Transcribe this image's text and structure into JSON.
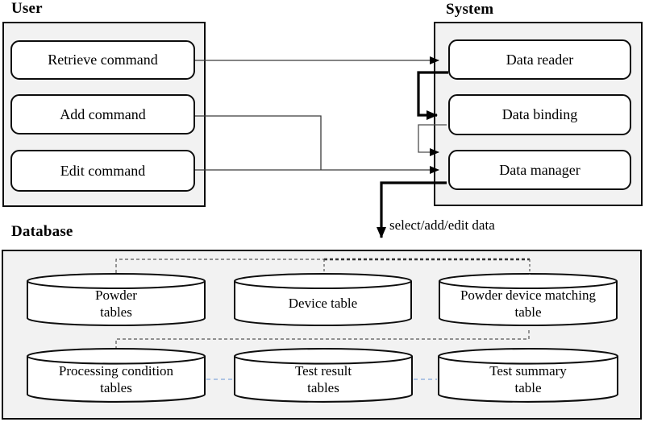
{
  "diagram": {
    "user": {
      "title": "User",
      "items": [
        "Retrieve command",
        "Add command",
        "Edit command"
      ]
    },
    "system": {
      "title": "System",
      "items": [
        "Data reader",
        "Data binding",
        "Data manager"
      ]
    },
    "database": {
      "title": "Database",
      "row1": [
        {
          "line1": "Powder",
          "line2": "tables"
        },
        {
          "line1": "Device table",
          "line2": ""
        },
        {
          "line1": "Powder device matching",
          "line2": "table"
        }
      ],
      "row2": [
        {
          "line1": "Processing condition",
          "line2": "tables"
        },
        {
          "line1": "Test result",
          "line2": "tables"
        },
        {
          "line1": "Test summary",
          "line2": "table"
        }
      ]
    },
    "edge_label": "select/add/edit data",
    "edges": [
      {
        "from": "Retrieve command",
        "to": "Data reader",
        "style": "thin-arrow"
      },
      {
        "from": "Add command",
        "to": "Data manager",
        "style": "thin-arrow"
      },
      {
        "from": "Edit command",
        "to": "Data manager",
        "style": "thin-arrow"
      },
      {
        "from": "Data reader",
        "to": "Data binding",
        "style": "thick-arrow"
      },
      {
        "from": "Data binding",
        "to": "Data manager",
        "style": "thin-arrow"
      },
      {
        "from": "Data manager",
        "to": "Database",
        "style": "thick-arrow",
        "label": "select/add/edit data"
      },
      {
        "nodes": [
          "Powder tables",
          "Device table",
          "Powder device matching table"
        ],
        "style": "black-dashed"
      },
      {
        "nodes": [
          "Powder device matching table",
          "Processing condition tables"
        ],
        "style": "black-dashed"
      },
      {
        "nodes": [
          "Processing condition tables",
          "Test result tables"
        ],
        "style": "blue-dashed"
      },
      {
        "nodes": [
          "Test result tables",
          "Test summary table"
        ],
        "style": "blue-dashed"
      }
    ],
    "colors": {
      "container_fill": "#f2f2f2",
      "outline": "#0d0d0d",
      "thin_line": "#3a3a3a",
      "dashed_line": "#555555",
      "blue_dashed": "#98b4de"
    }
  }
}
